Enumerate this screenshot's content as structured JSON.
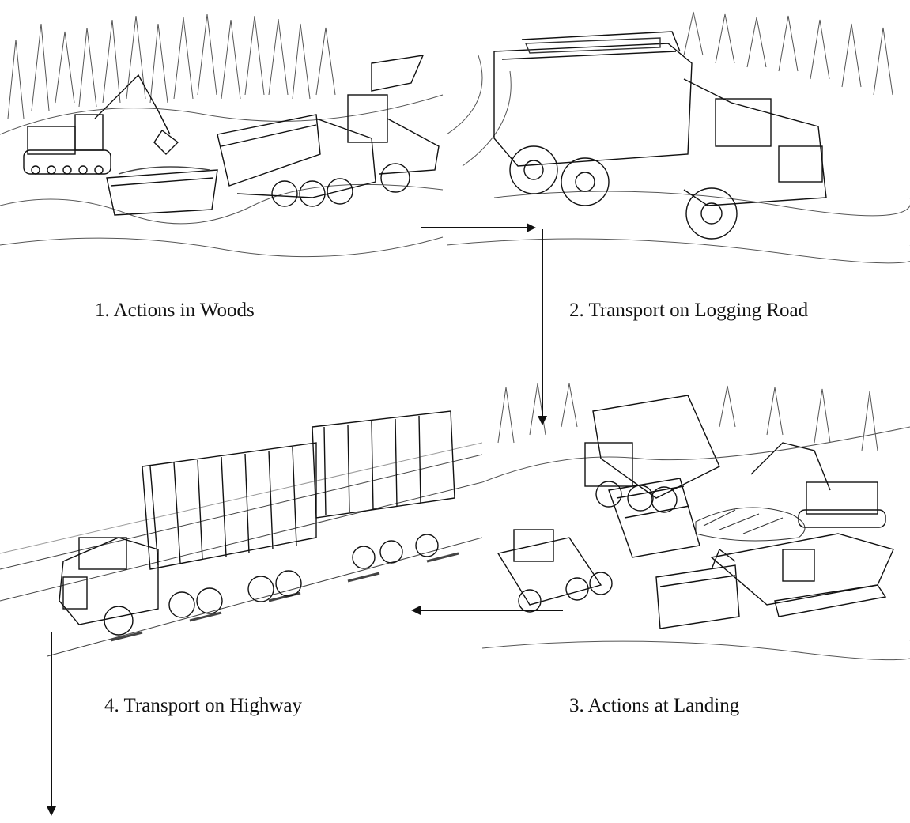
{
  "steps": [
    {
      "number": 1,
      "label": "1.  Actions in Woods",
      "image": "woods-logging-scene"
    },
    {
      "number": 2,
      "label": "2.  Transport on Logging Road",
      "image": "forwarder-truck-scene"
    },
    {
      "number": 3,
      "label": "3.  Actions at Landing",
      "image": "landing-chipping-scene"
    },
    {
      "number": 4,
      "label": "4.  Transport on Highway",
      "image": "highway-truck-scene"
    }
  ],
  "flow": [
    "1",
    "2",
    "3",
    "4"
  ],
  "colors": {
    "ink": "#111111",
    "background": "#ffffff"
  }
}
